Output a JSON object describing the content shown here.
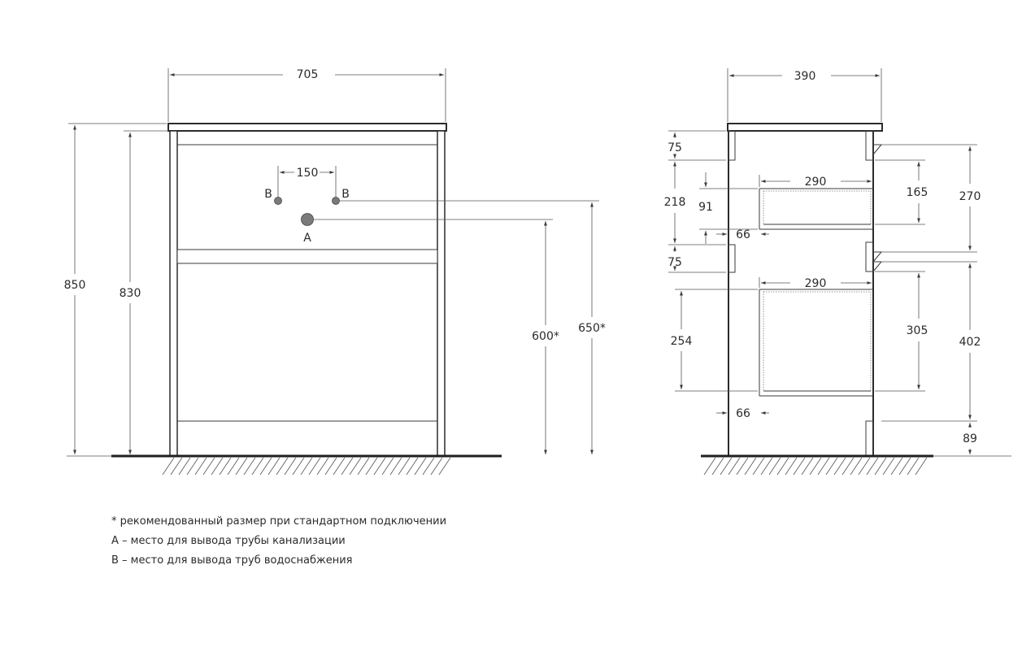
{
  "front_view": {
    "width_label": "705",
    "height_total_label": "850",
    "height_body_label": "830",
    "pipe_spacing_label": "150",
    "pipe_b_left_label": "B",
    "pipe_b_right_label": "B",
    "pipe_a_label": "A",
    "drain_height_label": "600*",
    "water_height_label": "650*"
  },
  "side_view": {
    "depth_label": "390",
    "top_offset_left_label": "75",
    "upper_drawer_left_label": "218",
    "upper_inner_height_label": "91",
    "upper_inset_label": "66",
    "mid_offset_left_label": "75",
    "lower_drawer_left_label": "254",
    "lower_inset_label": "66",
    "upper_shelf_depth_label": "290",
    "lower_shelf_depth_label": "290",
    "upper_box_height_label": "165",
    "upper_section_label": "270",
    "lower_box_height_label": "305",
    "lower_section_label": "402",
    "bottom_gap_label": "89"
  },
  "notes": {
    "line1": "* рекомендованный размер при стандартном подключении",
    "line2": "А – место для вывода трубы канализации",
    "line3": "В – место для вывода труб водоснабжения"
  }
}
